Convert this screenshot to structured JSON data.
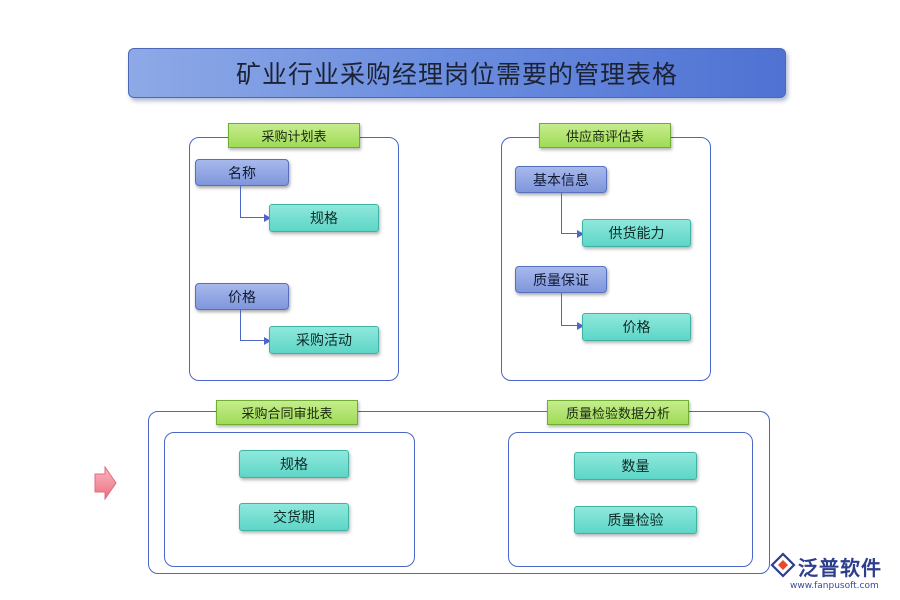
{
  "title": "矿业行业采购经理岗位需要的管理表格",
  "panels": {
    "purchase_plan": {
      "tag": "采购计划表",
      "nodes": [
        "名称",
        "规格",
        "价格",
        "采购活动"
      ]
    },
    "supplier_eval": {
      "tag": "供应商评估表",
      "nodes": [
        "基本信息",
        "供货能力",
        "质量保证",
        "价格"
      ]
    },
    "contract_approval": {
      "tag": "采购合同审批表",
      "nodes": [
        "规格",
        "交货期"
      ]
    },
    "quality_analysis": {
      "tag": "质量检验数据分析",
      "nodes": [
        "数量",
        "质量检验"
      ]
    }
  },
  "logo": {
    "name": "泛普软件",
    "url": "www.fanpusoft.com"
  },
  "colors": {
    "title_gradient_start": "#8ea9e6",
    "title_gradient_end": "#4f72d3",
    "panel_border": "#4a67c9",
    "tag_green": "#9fdc55",
    "node_blue": "#7f96dc",
    "node_teal": "#5dd6c7",
    "arrow_pink": "#f08a9a"
  }
}
